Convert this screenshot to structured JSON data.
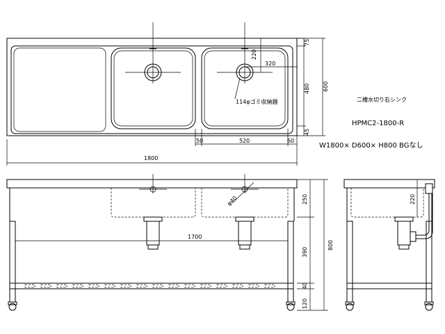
{
  "product": {
    "name_jp": "二槽水切り右シンク",
    "model": "HPMC2-1800-R",
    "size": "W1800× D600× H800 BGなし"
  },
  "callouts": {
    "waste_basket": "114φゴミ収納器",
    "drain": "φ40"
  },
  "dims": {
    "total_width": "1800",
    "depth": "600",
    "height": "800",
    "top_back": "75",
    "bowl_depth_plan": "480",
    "top_front": "45",
    "drain_from_back": "220",
    "drain_offset": "320",
    "left_gap": "50",
    "bowl_width": "520",
    "right_gap": "60",
    "bowl_height": "250",
    "leg_span": "1700",
    "shelf_height": "390",
    "shelf_thick": "40",
    "floor_clear": "120",
    "side_drain": "220"
  }
}
